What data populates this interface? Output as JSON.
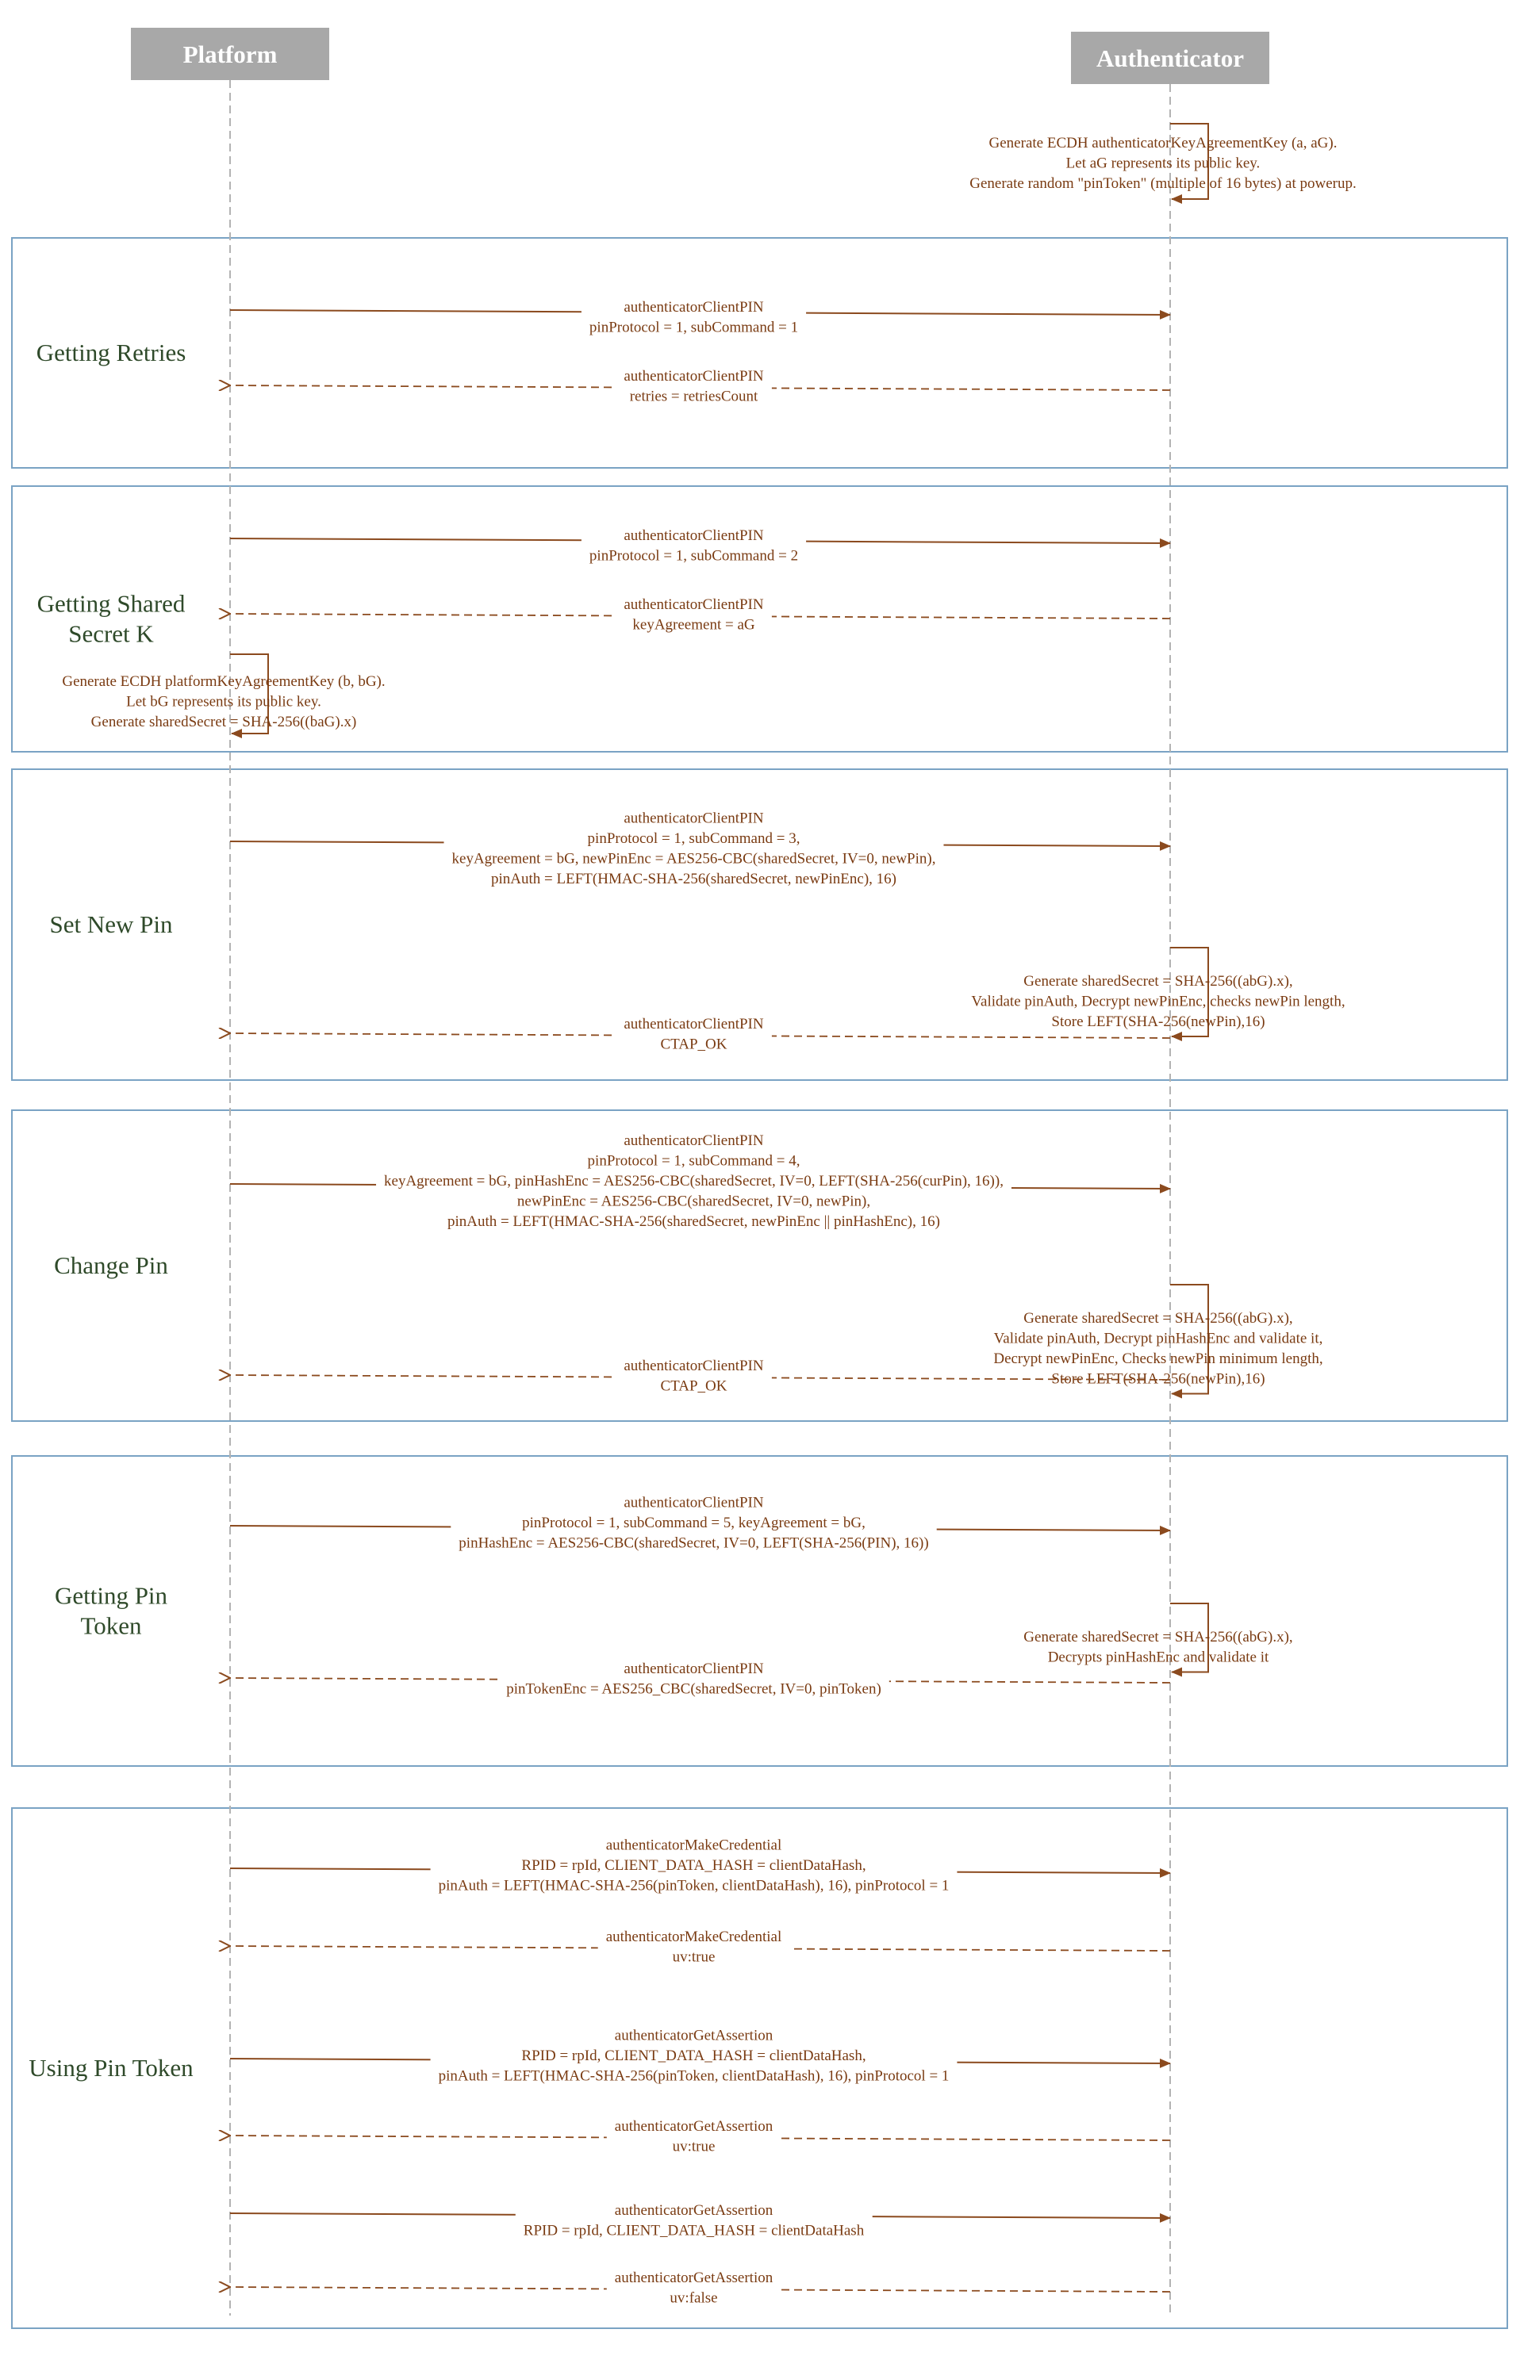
{
  "participants": {
    "platform": "Platform",
    "authenticator": "Authenticator"
  },
  "init": {
    "lines": [
      "Generate ECDH authenticatorKeyAgreementKey (a, aG).",
      "Let aG represents its public key.",
      "Generate random \"pinToken\" (multiple of 16 bytes) at powerup."
    ]
  },
  "frames": [
    {
      "label": [
        "Getting Retries"
      ],
      "messages": [
        {
          "kind": "request",
          "lines": [
            "authenticatorClientPIN",
            "pinProtocol = 1, subCommand = 1"
          ]
        },
        {
          "kind": "response",
          "lines": [
            "authenticatorClientPIN",
            "retries = retriesCount"
          ]
        }
      ]
    },
    {
      "label": [
        "Getting Shared",
        "Secret K"
      ],
      "messages": [
        {
          "kind": "request",
          "lines": [
            "authenticatorClientPIN",
            "pinProtocol = 1, subCommand = 2"
          ]
        },
        {
          "kind": "response",
          "lines": [
            "authenticatorClientPIN",
            "keyAgreement = aG"
          ]
        },
        {
          "kind": "platform-self",
          "lines": [
            "Generate ECDH platformKeyAgreementKey (b, bG).",
            "Let bG represents its public key.",
            "Generate sharedSecret = SHA-256((baG).x)"
          ]
        }
      ]
    },
    {
      "label": [
        "Set New Pin"
      ],
      "messages": [
        {
          "kind": "request",
          "lines": [
            "authenticatorClientPIN",
            "pinProtocol = 1, subCommand = 3,",
            "keyAgreement = bG, newPinEnc = AES256-CBC(sharedSecret, IV=0, newPin),",
            "pinAuth = LEFT(HMAC-SHA-256(sharedSecret, newPinEnc), 16)"
          ]
        },
        {
          "kind": "auth-self",
          "lines": [
            "Generate sharedSecret = SHA-256((abG).x),",
            "Validate pinAuth, Decrypt newPinEnc, checks newPin length,",
            "Store LEFT(SHA-256(newPin),16)"
          ]
        },
        {
          "kind": "response",
          "lines": [
            "authenticatorClientPIN",
            "CTAP_OK"
          ]
        }
      ]
    },
    {
      "label": [
        "Change Pin"
      ],
      "messages": [
        {
          "kind": "request",
          "lines": [
            "authenticatorClientPIN",
            "pinProtocol = 1, subCommand = 4,",
            "keyAgreement = bG, pinHashEnc = AES256-CBC(sharedSecret, IV=0, LEFT(SHA-256(curPin), 16)),",
            "newPinEnc = AES256-CBC(sharedSecret, IV=0, newPin),",
            "pinAuth = LEFT(HMAC-SHA-256(sharedSecret, newPinEnc || pinHashEnc), 16)"
          ]
        },
        {
          "kind": "auth-self",
          "lines": [
            "Generate sharedSecret = SHA-256((abG).x),",
            "Validate pinAuth, Decrypt pinHashEnc and validate it,",
            "Decrypt newPinEnc, Checks newPin minimum length,",
            "Store LEFT(SHA-256(newPin),16)"
          ]
        },
        {
          "kind": "response",
          "lines": [
            "authenticatorClientPIN",
            "CTAP_OK"
          ]
        }
      ]
    },
    {
      "label": [
        "Getting Pin",
        "Token"
      ],
      "messages": [
        {
          "kind": "request",
          "lines": [
            "authenticatorClientPIN",
            "pinProtocol = 1, subCommand = 5, keyAgreement = bG,",
            "pinHashEnc = AES256-CBC(sharedSecret, IV=0, LEFT(SHA-256(PIN), 16))"
          ]
        },
        {
          "kind": "auth-self",
          "lines": [
            "Generate sharedSecret = SHA-256((abG).x),",
            "Decrypts pinHashEnc and validate it"
          ]
        },
        {
          "kind": "response",
          "lines": [
            "authenticatorClientPIN",
            "pinTokenEnc = AES256_CBC(sharedSecret, IV=0, pinToken)"
          ]
        }
      ]
    },
    {
      "label": [
        "Using Pin Token"
      ],
      "messages": [
        {
          "kind": "request",
          "lines": [
            "authenticatorMakeCredential",
            "RPID = rpId, CLIENT_DATA_HASH = clientDataHash,",
            "pinAuth = LEFT(HMAC-SHA-256(pinToken, clientDataHash), 16), pinProtocol = 1"
          ]
        },
        {
          "kind": "response",
          "lines": [
            "authenticatorMakeCredential",
            "uv:true"
          ]
        },
        {
          "kind": "request",
          "lines": [
            "authenticatorGetAssertion",
            "RPID = rpId, CLIENT_DATA_HASH = clientDataHash,",
            "pinAuth = LEFT(HMAC-SHA-256(pinToken, clientDataHash), 16), pinProtocol = 1"
          ]
        },
        {
          "kind": "response",
          "lines": [
            "authenticatorGetAssertion",
            "uv:true"
          ]
        },
        {
          "kind": "request",
          "lines": [
            "authenticatorGetAssertion",
            "RPID = rpId, CLIENT_DATA_HASH = clientDataHash"
          ]
        },
        {
          "kind": "response",
          "lines": [
            "authenticatorGetAssertion",
            "uv:false"
          ]
        }
      ]
    }
  ]
}
